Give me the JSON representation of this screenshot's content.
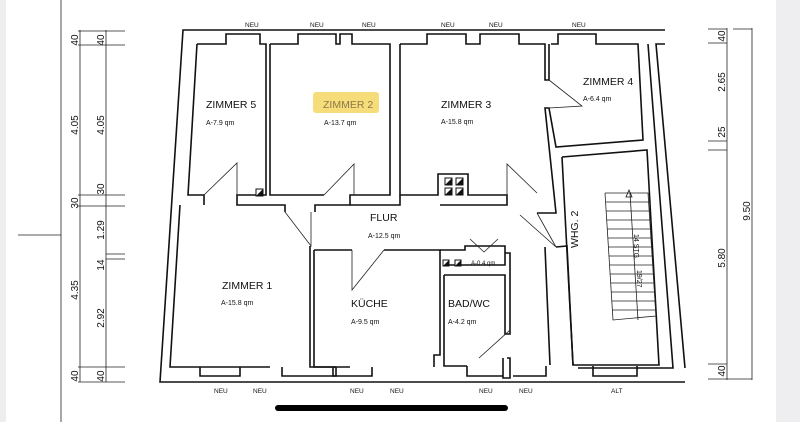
{
  "rooms": {
    "zimmer5": {
      "name": "ZIMMER 5",
      "area": "A-7.9 qm"
    },
    "zimmer2": {
      "name": "ZIMMER 2",
      "area": "A-13.7 qm"
    },
    "zimmer3": {
      "name": "ZIMMER 3",
      "area": "A-15.8 qm"
    },
    "zimmer4": {
      "name": "ZIMMER 4",
      "area": "A-6.4 qm"
    },
    "flur": {
      "name": "FLUR",
      "area": "A-12.5 qm"
    },
    "zimmer1": {
      "name": "ZIMMER 1",
      "area": "A-15.8 qm"
    },
    "kueche": {
      "name": "KÜCHE",
      "area": "A-9.5 qm"
    },
    "bad": {
      "name": "BAD/WC",
      "area": "A-4.2 qm"
    },
    "abstell": {
      "area": "A-0.4 qm"
    }
  },
  "apartment_label": "WHG. 2",
  "stairs": {
    "steps": "14 STG.",
    "ratio": "19/27"
  },
  "windows": {
    "top": [
      "NEU",
      "NEU",
      "NEU",
      "NEU",
      "NEU",
      "NEU"
    ],
    "bottom": [
      "NEU",
      "NEU",
      "NEU",
      "NEU",
      "NEU",
      "NEU",
      "ALT"
    ]
  },
  "dimensions": {
    "left_outer": [
      "40",
      "4.05",
      "30",
      "4.35",
      "40"
    ],
    "left_inner": [
      "40",
      "4.05",
      "30",
      "1.29",
      "14",
      "2.92",
      "40"
    ],
    "right_inner": [
      "40",
      "2.65",
      "25",
      "5.80",
      "40"
    ],
    "right_total": "9.50"
  },
  "highlight_color": "#f7dc7a"
}
